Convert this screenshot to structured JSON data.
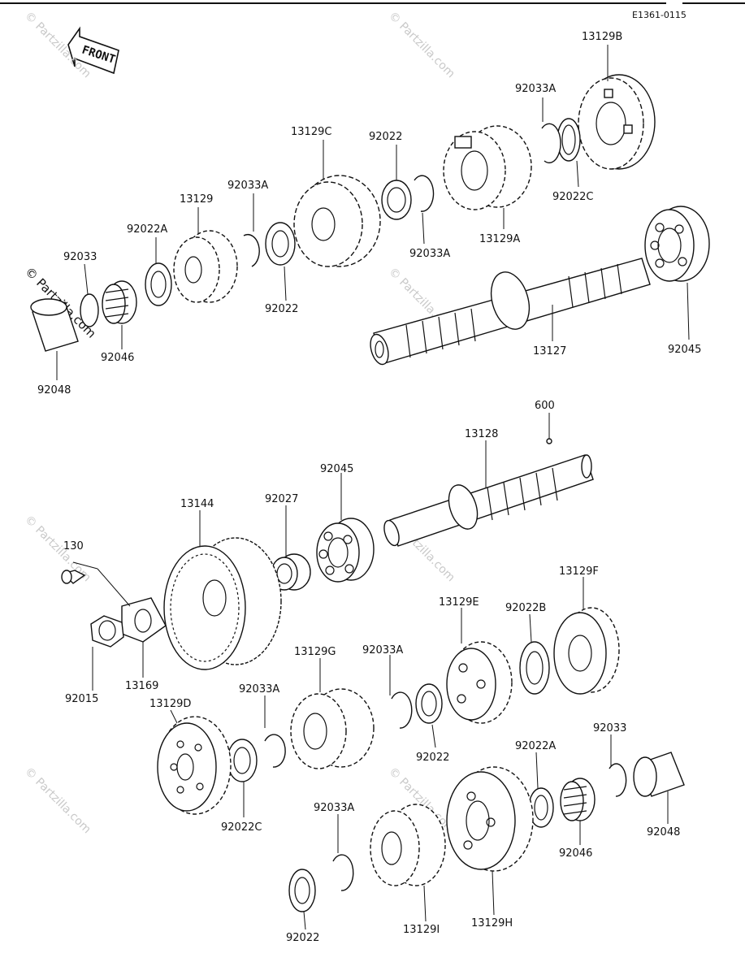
{
  "diagram": {
    "reference_code": "E1361-0115",
    "front_label": "FRONT",
    "watermark_text": "© Partzilla.com",
    "callouts": {
      "n13129b": "13129B",
      "n92033a_1": "92033A",
      "n13129c": "13129C",
      "n92022_1": "92022",
      "n92022c_1": "92022C",
      "n92033a_2": "92033A",
      "n13129": "13129",
      "n92022a_1": "92022A",
      "n92033_1": "92033",
      "n92033a_3": "92033A",
      "n13129a": "13129A",
      "n92022_2": "92022",
      "n92045_1": "92045",
      "n92046_1": "92046",
      "n13127": "13127",
      "n92048_1": "92048",
      "n600": "600",
      "n13128": "13128",
      "n92045_2": "92045",
      "n92027": "92027",
      "n13144": "13144",
      "n130": "130",
      "n13129f": "13129F",
      "n13129e": "13129E",
      "n92022b": "92022B",
      "n92033a_4": "92033A",
      "n13129g": "13129G",
      "n92015": "92015",
      "n13169": "13169",
      "n92033a_5": "92033A",
      "n13129d": "13129D",
      "n92022_3": "92022",
      "n92022a_2": "92022A",
      "n92033_2": "92033",
      "n92022c_2": "92022C",
      "n92033a_6": "92033A",
      "n92046_2": "92046",
      "n92048_2": "92048",
      "n92022_4": "92022",
      "n13129i": "13129I",
      "n13129h": "13129H"
    }
  }
}
